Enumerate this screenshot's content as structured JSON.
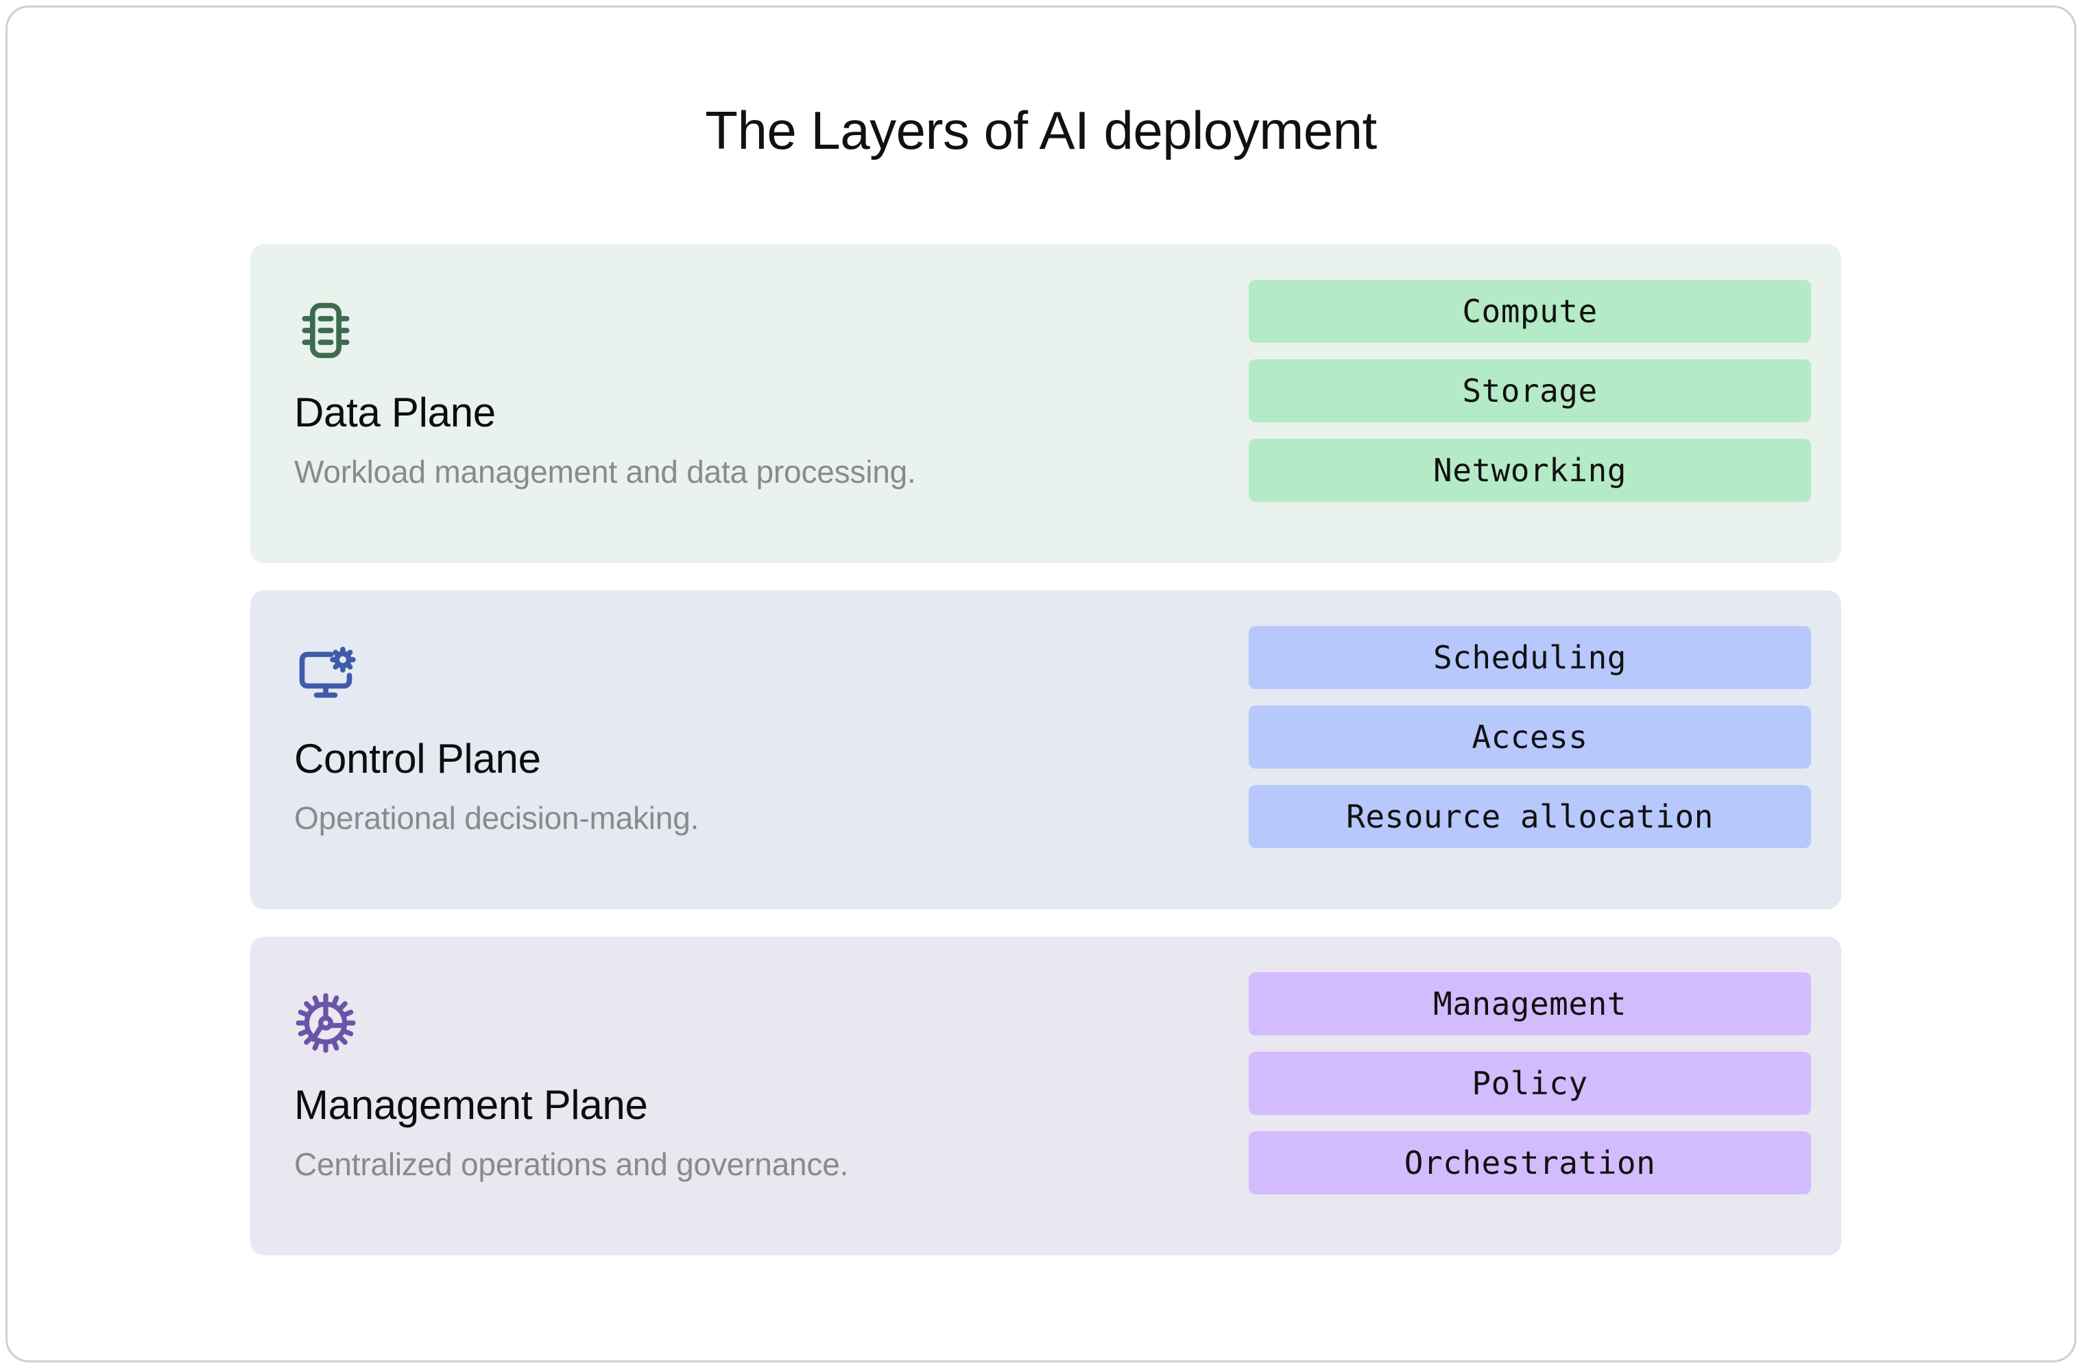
{
  "page": {
    "title": "The Layers of AI deployment"
  },
  "layers": [
    {
      "id": "data-plane",
      "icon": "chip-icon",
      "title": "Data Plane",
      "subtitle": "Workload management and data processing.",
      "card_color": "#eaf2ed",
      "tag_color": "#b5eac6",
      "icon_color": "#3e6b50",
      "tags": [
        "Compute",
        "Storage",
        "Networking"
      ]
    },
    {
      "id": "control-plane",
      "icon": "monitor-cog-icon",
      "title": "Control Plane",
      "subtitle": "Operational decision-making.",
      "card_color": "#e5e9f2",
      "tag_color": "#b7c8fd",
      "icon_color": "#3f5ba9",
      "tags": [
        "Scheduling",
        "Access",
        "Resource allocation"
      ]
    },
    {
      "id": "management-plane",
      "icon": "cog-spoke-icon",
      "title": "Management Plane",
      "subtitle": "Centralized operations and governance.",
      "card_color": "#e9e7ef",
      "tag_color": "#d3bcfd",
      "icon_color": "#6a54a8",
      "tags": [
        "Management",
        "Policy",
        "Orchestration"
      ]
    }
  ]
}
